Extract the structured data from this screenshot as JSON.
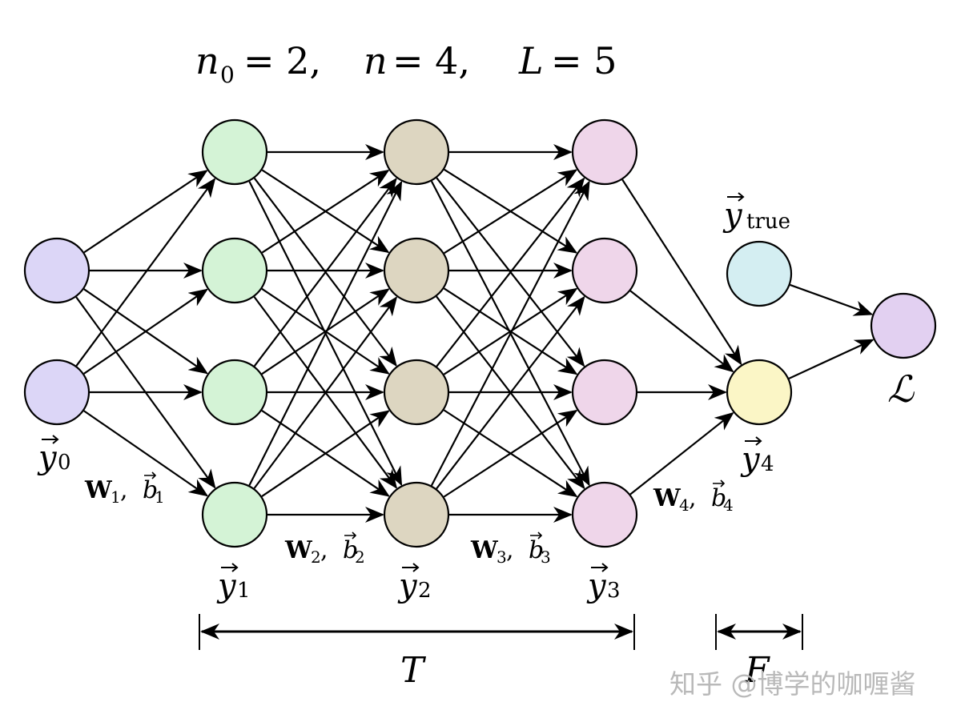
{
  "title": {
    "n0_sym": "n",
    "n0_sub": "0",
    "n0_val": "= 2,",
    "n_sym": "n",
    "n_val": "= 4,",
    "L_sym": "L",
    "L_val": "= 5"
  },
  "colors": {
    "layer0": "#dcd6f7",
    "layer1": "#d4f3d6",
    "layer2": "#ddd6c1",
    "layer3": "#efd6ea",
    "layer4": "#fbf6c6",
    "ytrue": "#d4eef2",
    "loss": "#e2d0f1",
    "stroke": "#000000"
  },
  "labels": {
    "y0": {
      "sym": "y",
      "sub": "0"
    },
    "y1": {
      "sym": "y",
      "sub": "1"
    },
    "y2": {
      "sym": "y",
      "sub": "2"
    },
    "y3": {
      "sym": "y",
      "sub": "3"
    },
    "y4": {
      "sym": "y",
      "sub": "4"
    },
    "ytrue": {
      "sym": "y",
      "sub": "true"
    },
    "loss": "ℒ"
  },
  "weights": {
    "w1": {
      "w": "W",
      "wsub": "1",
      "sep": ",",
      "b": "b",
      "bsub": "1"
    },
    "w2": {
      "w": "W",
      "wsub": "2",
      "sep": ",",
      "b": "b",
      "bsub": "2"
    },
    "w3": {
      "w": "W",
      "wsub": "3",
      "sep": ",",
      "b": "b",
      "bsub": "3"
    },
    "w4": {
      "w": "W",
      "wsub": "4",
      "sep": ",",
      "b": "b",
      "bsub": "4"
    }
  },
  "spans": {
    "T": "T",
    "F": "F"
  },
  "watermark": "知乎 @博学的咖喱酱"
}
